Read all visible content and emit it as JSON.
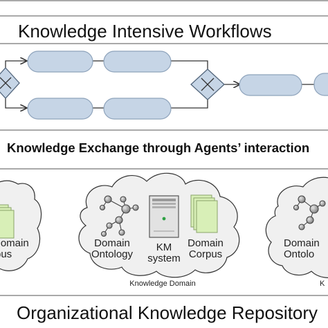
{
  "workflow_band": {
    "title": "Knowledge Intensive Workflows"
  },
  "exchange_band": {
    "title": "Knowledge Exchange through Agents’ interaction"
  },
  "domains_band": {
    "left_cloud": {
      "label_a": "Domain",
      "label_b": "rpus"
    },
    "center_cloud": {
      "ontology_label": "Domain\nOntology",
      "km_label": "KM\nsystem",
      "corpus_label": "Domain\nCorpus",
      "caption": "Knowledge Domain"
    },
    "right_cloud": {
      "ontology_label": "Domain\nOntolo",
      "caption": "K"
    }
  },
  "repository_band": {
    "title": "Organizational Knowledge Repository"
  },
  "colors": {
    "task_fill": "#c6d5e6",
    "task_stroke": "#8ea3bb",
    "corpus_fill": "#d8efb7",
    "corpus_stroke": "#8aa36a",
    "node_fill": "#9a9a9a",
    "rule": "#a9a9a9"
  }
}
